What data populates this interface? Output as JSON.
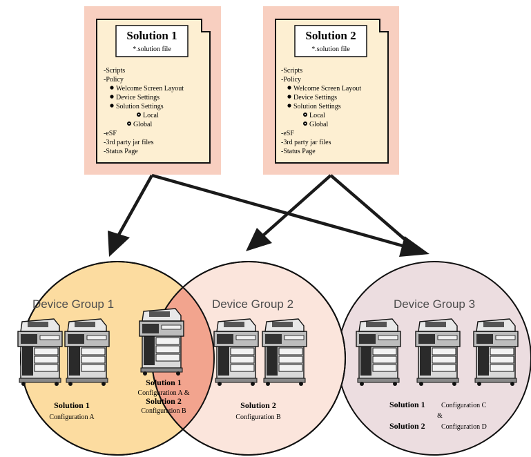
{
  "documents": [
    {
      "title": "Solution 1",
      "subtitle": "*.solution file",
      "items": [
        "-Scripts",
        "-Policy",
        "Welcome Screen Layout",
        "Device Settings",
        "Solution Settings",
        "Local",
        "Global",
        "-eSF",
        "-3rd party jar files",
        "-Status Page"
      ]
    },
    {
      "title": "Solution 2",
      "subtitle": "*.solution file",
      "items": [
        "-Scripts",
        "-Policy",
        "Welcome Screen Layout",
        "Device Settings",
        "Solution Settings",
        "Local",
        "Global",
        "-eSF",
        "-3rd party jar files",
        "-Status Page"
      ]
    }
  ],
  "groups": {
    "g1": {
      "title": "Device Group 1",
      "solution": "Solution 1",
      "config": "Configuration A"
    },
    "overlap": {
      "solution1": "Solution 1",
      "config1": "Configuration A &",
      "solution2": "Solution 2",
      "config2": "Configuration B"
    },
    "g2": {
      "title": "Device Group 2",
      "solution": "Solution 2",
      "config": "Configuration B"
    },
    "g3": {
      "title": "Device Group 3",
      "solution1": "Solution 1",
      "config1": "Configuration C",
      "amp": "&",
      "solution2": "Solution 2",
      "config2": "Configuration D"
    }
  },
  "colors": {
    "doc_background": "#f8cfc0",
    "doc_paper": "#fdefd2",
    "group1_fill": "#fcdca0",
    "overlap_fill": "#f2a48e",
    "group2_fill": "#fbe5dc",
    "group3_fill": "#ecdde0",
    "arrow": "#1a1a1a"
  }
}
